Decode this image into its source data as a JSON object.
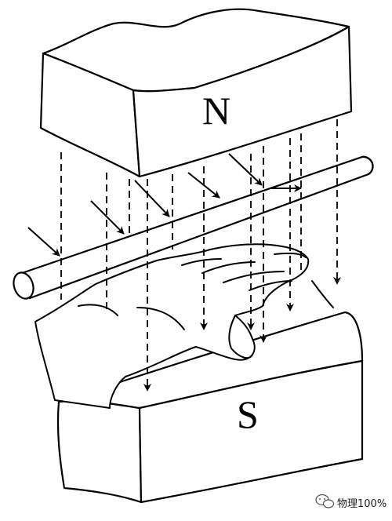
{
  "diagram": {
    "north_label": "N",
    "south_label": "S",
    "line_color": "#000000",
    "background_color": "#ffffff"
  },
  "watermark": {
    "text": "物理100%",
    "icon": "wechat-icon"
  }
}
